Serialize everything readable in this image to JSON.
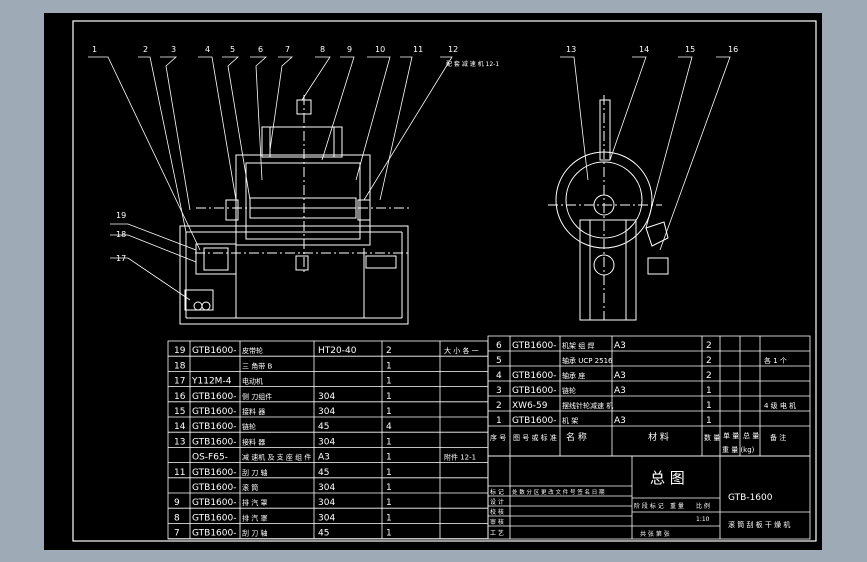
{
  "colors": {
    "frame_background": "#9eaab6",
    "canvas": "#000000",
    "linework": "#ffffff",
    "accent": "#ffff00"
  },
  "drawing": {
    "part_numbers": [
      "1",
      "2",
      "3",
      "4",
      "5",
      "6",
      "7",
      "8",
      "9",
      "10",
      "11",
      "12",
      "13",
      "14",
      "15",
      "16",
      "17",
      "18",
      "19"
    ],
    "note": "配 套 减 速 机 12-1"
  },
  "parts_list_left": [
    {
      "no": "19",
      "code": "GTB1600-",
      "name": "皮带轮",
      "material": "HT20-40",
      "qty": "2",
      "remark": "大 小 各 一"
    },
    {
      "no": "18",
      "code": "",
      "name": "三 角带 B",
      "material": "",
      "qty": "1",
      "remark": ""
    },
    {
      "no": "17",
      "code": "Y112M-4",
      "name": "电动机",
      "material": "",
      "qty": "1",
      "remark": ""
    },
    {
      "no": "16",
      "code": "GTB1600-",
      "name": "侧 刀组件",
      "material": "304",
      "qty": "1",
      "remark": ""
    },
    {
      "no": "15",
      "code": "GTB1600-",
      "name": "接料 器",
      "material": "304",
      "qty": "1",
      "remark": ""
    },
    {
      "no": "14",
      "code": "GTB1600-",
      "name": "链轮",
      "material": "45",
      "qty": "4",
      "remark": ""
    },
    {
      "no": "13",
      "code": "GTB1600-",
      "name": "接料 器",
      "material": "304",
      "qty": "1",
      "remark": ""
    },
    {
      "no": "",
      "code": "OS-F65-",
      "name": "减 速机 及 支 座 组 件",
      "material": "A3",
      "qty": "1",
      "remark": "附件 12-1"
    },
    {
      "no": "11",
      "code": "GTB1600-",
      "name": "刮 刀 轴",
      "material": "45",
      "qty": "1",
      "remark": ""
    },
    {
      "no": "",
      "code": "GTB1600-",
      "name": "滚 筒",
      "material": "304",
      "qty": "1",
      "remark": ""
    },
    {
      "no": "9",
      "code": "GTB1600-",
      "name": "排 汽 罩",
      "material": "304",
      "qty": "1",
      "remark": ""
    },
    {
      "no": "8",
      "code": "GTB1600-",
      "name": "排 汽 罩",
      "material": "304",
      "qty": "1",
      "remark": ""
    },
    {
      "no": "7",
      "code": "GTB1600-",
      "name": "刮 刀 轴",
      "material": "45",
      "qty": "1",
      "remark": ""
    }
  ],
  "parts_list_right": [
    {
      "no": "6",
      "code": "GTB1600-",
      "name": "机架 组 焊",
      "material": "A3",
      "qty": "2",
      "remark": ""
    },
    {
      "no": "5",
      "code": "",
      "name": "轴承 UCP 2516",
      "material": "",
      "qty": "2",
      "remark": "各 1 个"
    },
    {
      "no": "4",
      "code": "GTB1600-",
      "name": "轴承 座",
      "material": "A3",
      "qty": "2",
      "remark": ""
    },
    {
      "no": "3",
      "code": "GTB1600-",
      "name": "链轮",
      "material": "A3",
      "qty": "1",
      "remark": ""
    },
    {
      "no": "2",
      "code": "XW6-59",
      "name": "摆线针轮减速 机",
      "material": "",
      "qty": "1",
      "remark": "4 级 电 机"
    },
    {
      "no": "1",
      "code": "GTB1600-",
      "name": "机 架",
      "material": "A3",
      "qty": "1",
      "remark": ""
    }
  ],
  "parts_list_header": {
    "no": "序 号",
    "code": "图 号 或 标 准",
    "name": "名   称",
    "material": "材   料",
    "qty": "数 量",
    "unit_weight": "单 量",
    "total_weight": "总 量",
    "remark": "备 注",
    "weight_unit": "重 量 (kg)"
  },
  "title_block": {
    "title": "总  图",
    "drawing_no": "GTB-1600",
    "product": "滚 筒 刮 板 干 燥 机",
    "rows": [
      "标 记",
      "设 计",
      "校 核",
      "审 核",
      "工 艺"
    ],
    "rev_header": "处 数 分 区 更 改 文 件 号 签 名 日 期",
    "stage": "阶 段 标 记",
    "weight": "重 量",
    "scale": "比 例",
    "scale_value": "1:10",
    "sheets": "共   张   第   张"
  }
}
